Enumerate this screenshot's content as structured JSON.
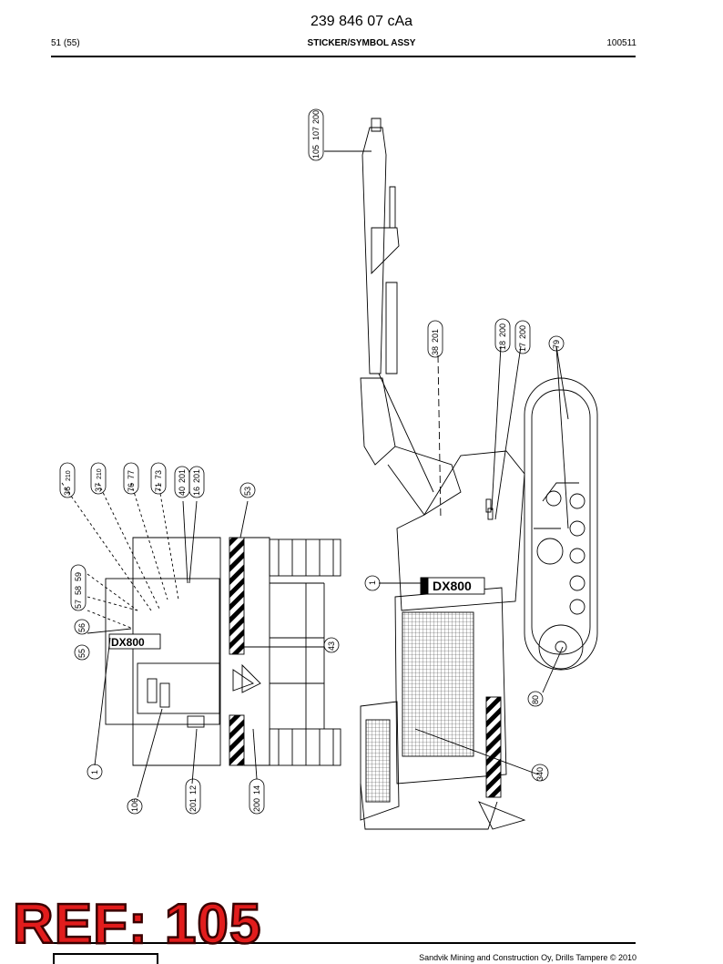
{
  "header": {
    "doc_number": "239 846 07 cAa",
    "page": "51 (55)",
    "title": "STICKER/SYMBOL ASSY",
    "date_code": "100511"
  },
  "drawing": {
    "model_plate": "DX800",
    "callouts_side": [
      "105",
      "107",
      "200",
      "38",
      "201",
      "18",
      "200",
      "17",
      "200",
      "79",
      "1",
      "80",
      "340"
    ],
    "callouts_rear": [
      "36",
      "210",
      "37",
      "210",
      "76",
      "77",
      "71",
      "73",
      "40",
      "201",
      "16",
      "201",
      "53",
      "57",
      "58",
      "59",
      "56",
      "55",
      "43",
      "1",
      "106",
      "201",
      "12",
      "200",
      "14"
    ]
  },
  "footer": {
    "copyright": "Sandvik Mining and Construction Oy, Drills Tampere © 2010"
  },
  "stamp": {
    "text": "REF: 105",
    "color": "#e21c1c"
  }
}
